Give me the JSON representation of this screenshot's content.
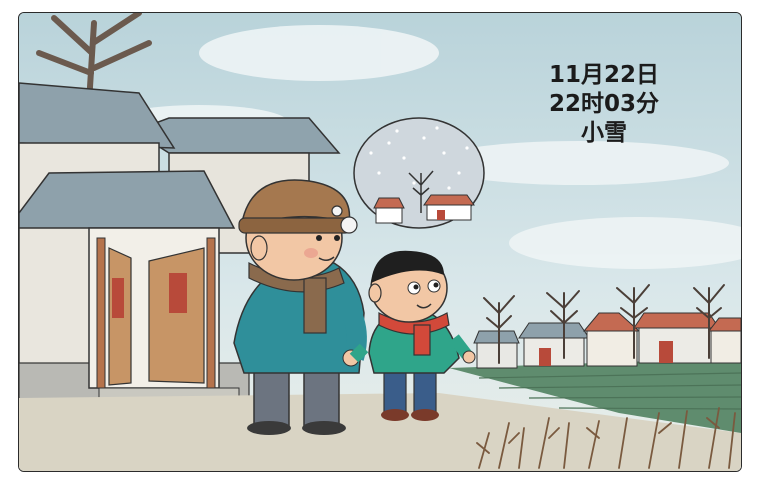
{
  "caption": {
    "date": "11月22日",
    "time": "22时03分",
    "solar_term": "小雪"
  },
  "scene": {
    "characters": [
      "grandfather",
      "boy"
    ],
    "thought_bubble": "snowy-village",
    "colors": {
      "sky": "#c9dde2",
      "grandpa_coat": "#2f8f9a",
      "boy_coat": "#2fa58a",
      "scarf_grandpa": "#8a6a4d",
      "scarf_boy": "#d2493a",
      "hat": "#a5784f",
      "ground": "#d9d4c4"
    }
  }
}
